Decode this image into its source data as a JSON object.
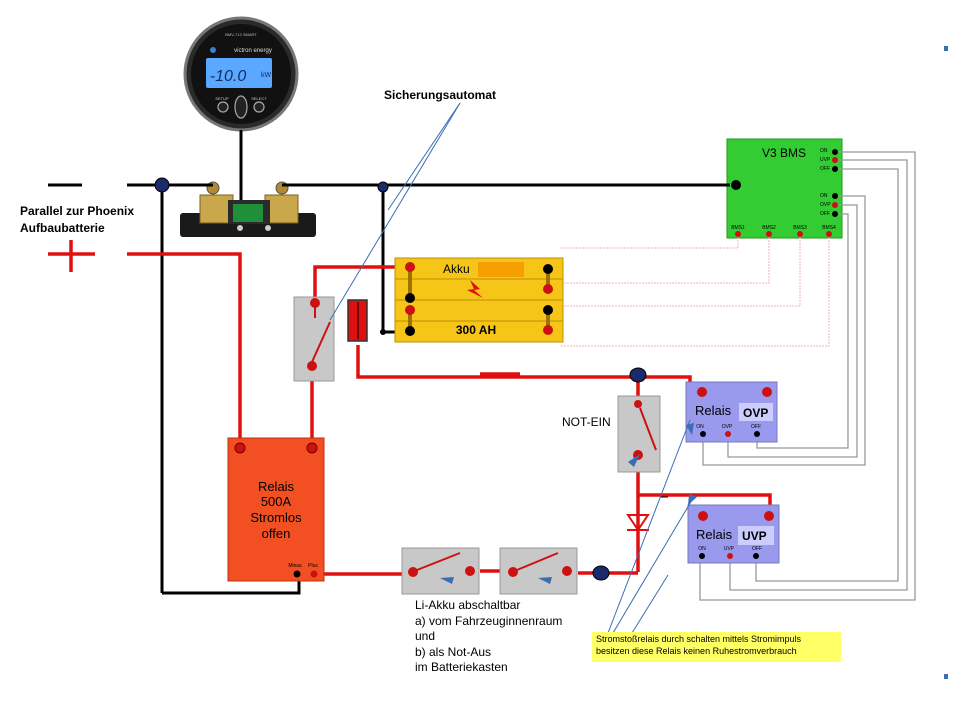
{
  "monitor": {
    "brand": "victron energy",
    "model_line": "BMV-712 SMART",
    "screen_value": "-10.0",
    "screen_unit": "kW",
    "button_left": "SETUP",
    "button_right": "SELECT"
  },
  "labels": {
    "breaker": "Sicherungsautomat",
    "parallel_line1": "Parallel zur Phoenix",
    "parallel_line2": "Aufbaubatterie",
    "bms": "V3 BMS",
    "bms_top_out": [
      "ON",
      "UVP",
      "OFF"
    ],
    "bms_mid_out": [
      "ON",
      "OVP",
      "OFF"
    ],
    "bms_cells": [
      "BMS1",
      "BMS2",
      "BMS3",
      "BMS4"
    ],
    "battery_name": "Akku",
    "battery_capacity": "300 AH",
    "main_relay": [
      "Relais",
      "500A",
      "Stromlos",
      "offen"
    ],
    "main_relay_terms": [
      "Minus",
      "Plus"
    ],
    "not_ein": "NOT-EIN",
    "relay_ovp_name": "Relais",
    "relay_ovp_tag": "OVP",
    "relay_ovp_terms": [
      "ON",
      "OVP",
      "OFF"
    ],
    "relay_uvp_name": "Relais",
    "relay_uvp_tag": "UVP",
    "relay_uvp_terms": [
      "ON",
      "UVP",
      "OFF"
    ],
    "disconnect": [
      "Li-Akku abschaltbar",
      "a)  vom Fahrzeuginnenraum",
      "und",
      "b) als Not-Aus",
      "im Batteriekasten"
    ],
    "note_line1": "Stromstoßrelais durch schalten mittels Stromimpuls",
    "note_line2": "besitzen diese Relais keinen Ruhestromverbrauch"
  },
  "colors": {
    "wire_pos": "#e01010",
    "wire_neg": "#000000",
    "signal": "#999999",
    "bms": "#33cc33",
    "battery": "#f5c518",
    "main_relay": "#f25022",
    "small_relay": "#9999ee",
    "switch_box": "#c8c8c8",
    "terminal": "#cc1111",
    "note_bg": "#ffff66"
  }
}
